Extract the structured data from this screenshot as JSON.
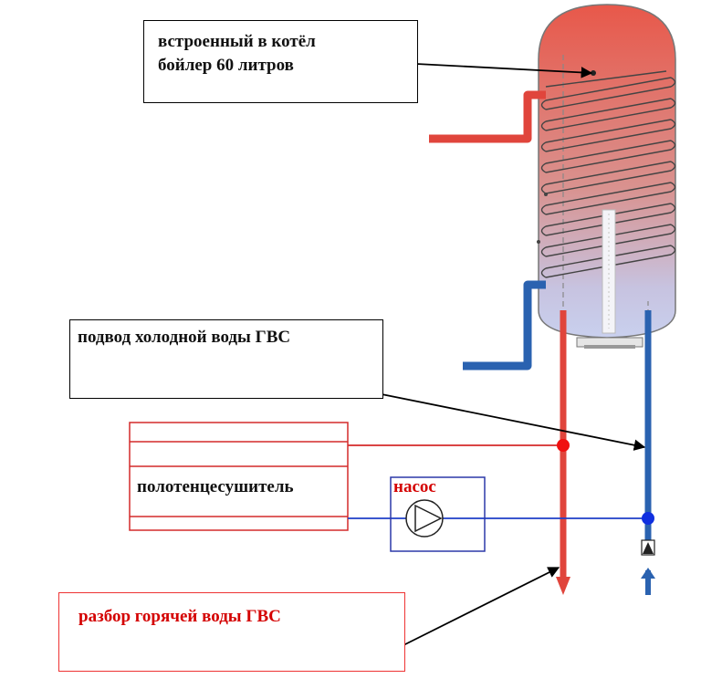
{
  "labels": {
    "boiler": "встроенный в котёл\nбойлер 60 литров",
    "cold_inlet": "подвод холодной воды ГВС",
    "towel_dryer": "полотенцесушитель",
    "pump": "насос",
    "hot_draw": "разбор горячей воды ГВС"
  },
  "colors": {
    "hot_pipe": "#e0453c",
    "cold_pipe": "#2a62b0",
    "circulation_line": "#1f3fc8",
    "dryer_red": "#d42a2a",
    "tank_top": "#e8584a",
    "tank_bottom": "#c7cbe8",
    "pump_box": "#2c39a8"
  }
}
